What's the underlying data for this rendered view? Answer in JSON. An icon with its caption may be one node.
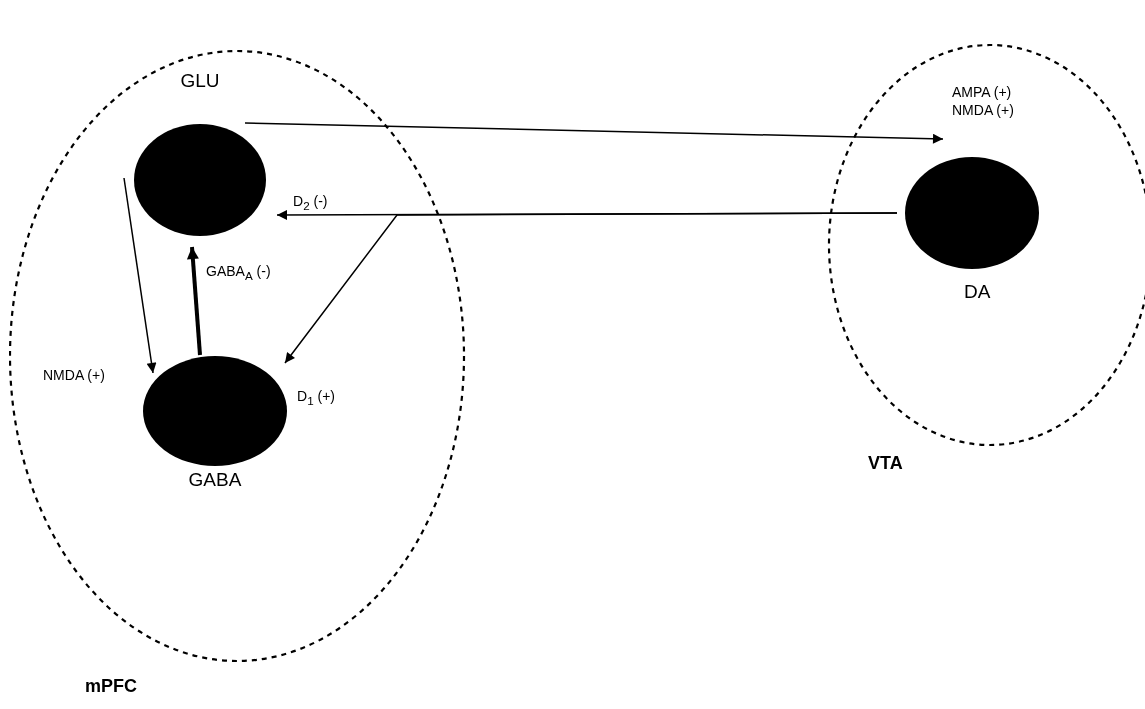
{
  "diagram": {
    "nodes": [
      {
        "text": [
          "mPFC"
        ]
      },
      {
        "text": [
          "GLU"
        ],
        "in": 0
      },
      {
        "text": [
          "GABA"
        ],
        "in": 0
      },
      {
        "text": [
          "VTA"
        ]
      },
      {
        "text": [
          "DA"
        ],
        "in": 3
      }
    ],
    "edges": [
      {
        "from": 1,
        "to": 4,
        "arrow": "to",
        "label": "AMPA (+) NMDA (+)"
      },
      {
        "from": 4,
        "to": 1,
        "arrow": "to",
        "label": "D$_{2}$ (-)"
      },
      {
        "from": 4,
        "to": 2,
        "arrow": "to",
        "label": "D$_{1}$ (+)"
      },
      {
        "from": 1,
        "to": 2,
        "arrow": "to",
        "label": "NMDA (+)"
      },
      {
        "from": 2,
        "to": 1,
        "arrow": "to",
        "label": "GABA$_{A}$ (-)",
        "style": "thick"
      }
    ]
  }
}
